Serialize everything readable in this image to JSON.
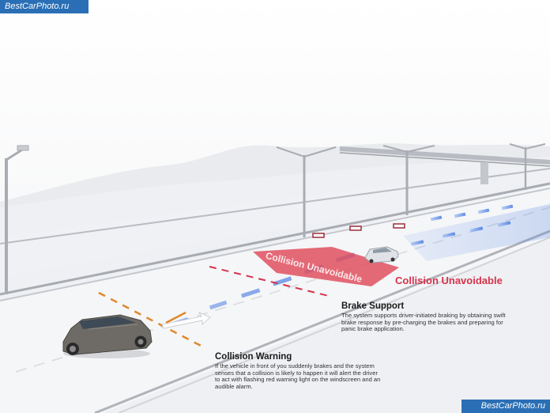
{
  "watermark": {
    "text": "BestCarPhoto.ru"
  },
  "collision_zone": {
    "label": "Collision Unavoidable"
  },
  "annotations": {
    "collision_unavoidable": {
      "title": "Collision Unavoidable"
    },
    "brake_support": {
      "title": "Brake Support",
      "body": "The system supports driver-initiated braking by obtaining swift brake response by pre-charging the brakes and preparing for panic brake application."
    },
    "collision_warning": {
      "title": "Collision Warning",
      "body": "If the vehicle in front of you suddenly brakes and the system senses that a collision is likely to happen it will alert the driver to act with flashing red warning light on the windscreen and an audible alarm."
    }
  },
  "colors": {
    "danger_red": "#d6334c",
    "warning_orange": "#e0882a",
    "radar_blue": "#4f7fe0",
    "snow": "#eef0f3",
    "road": "#f4f5f7"
  }
}
